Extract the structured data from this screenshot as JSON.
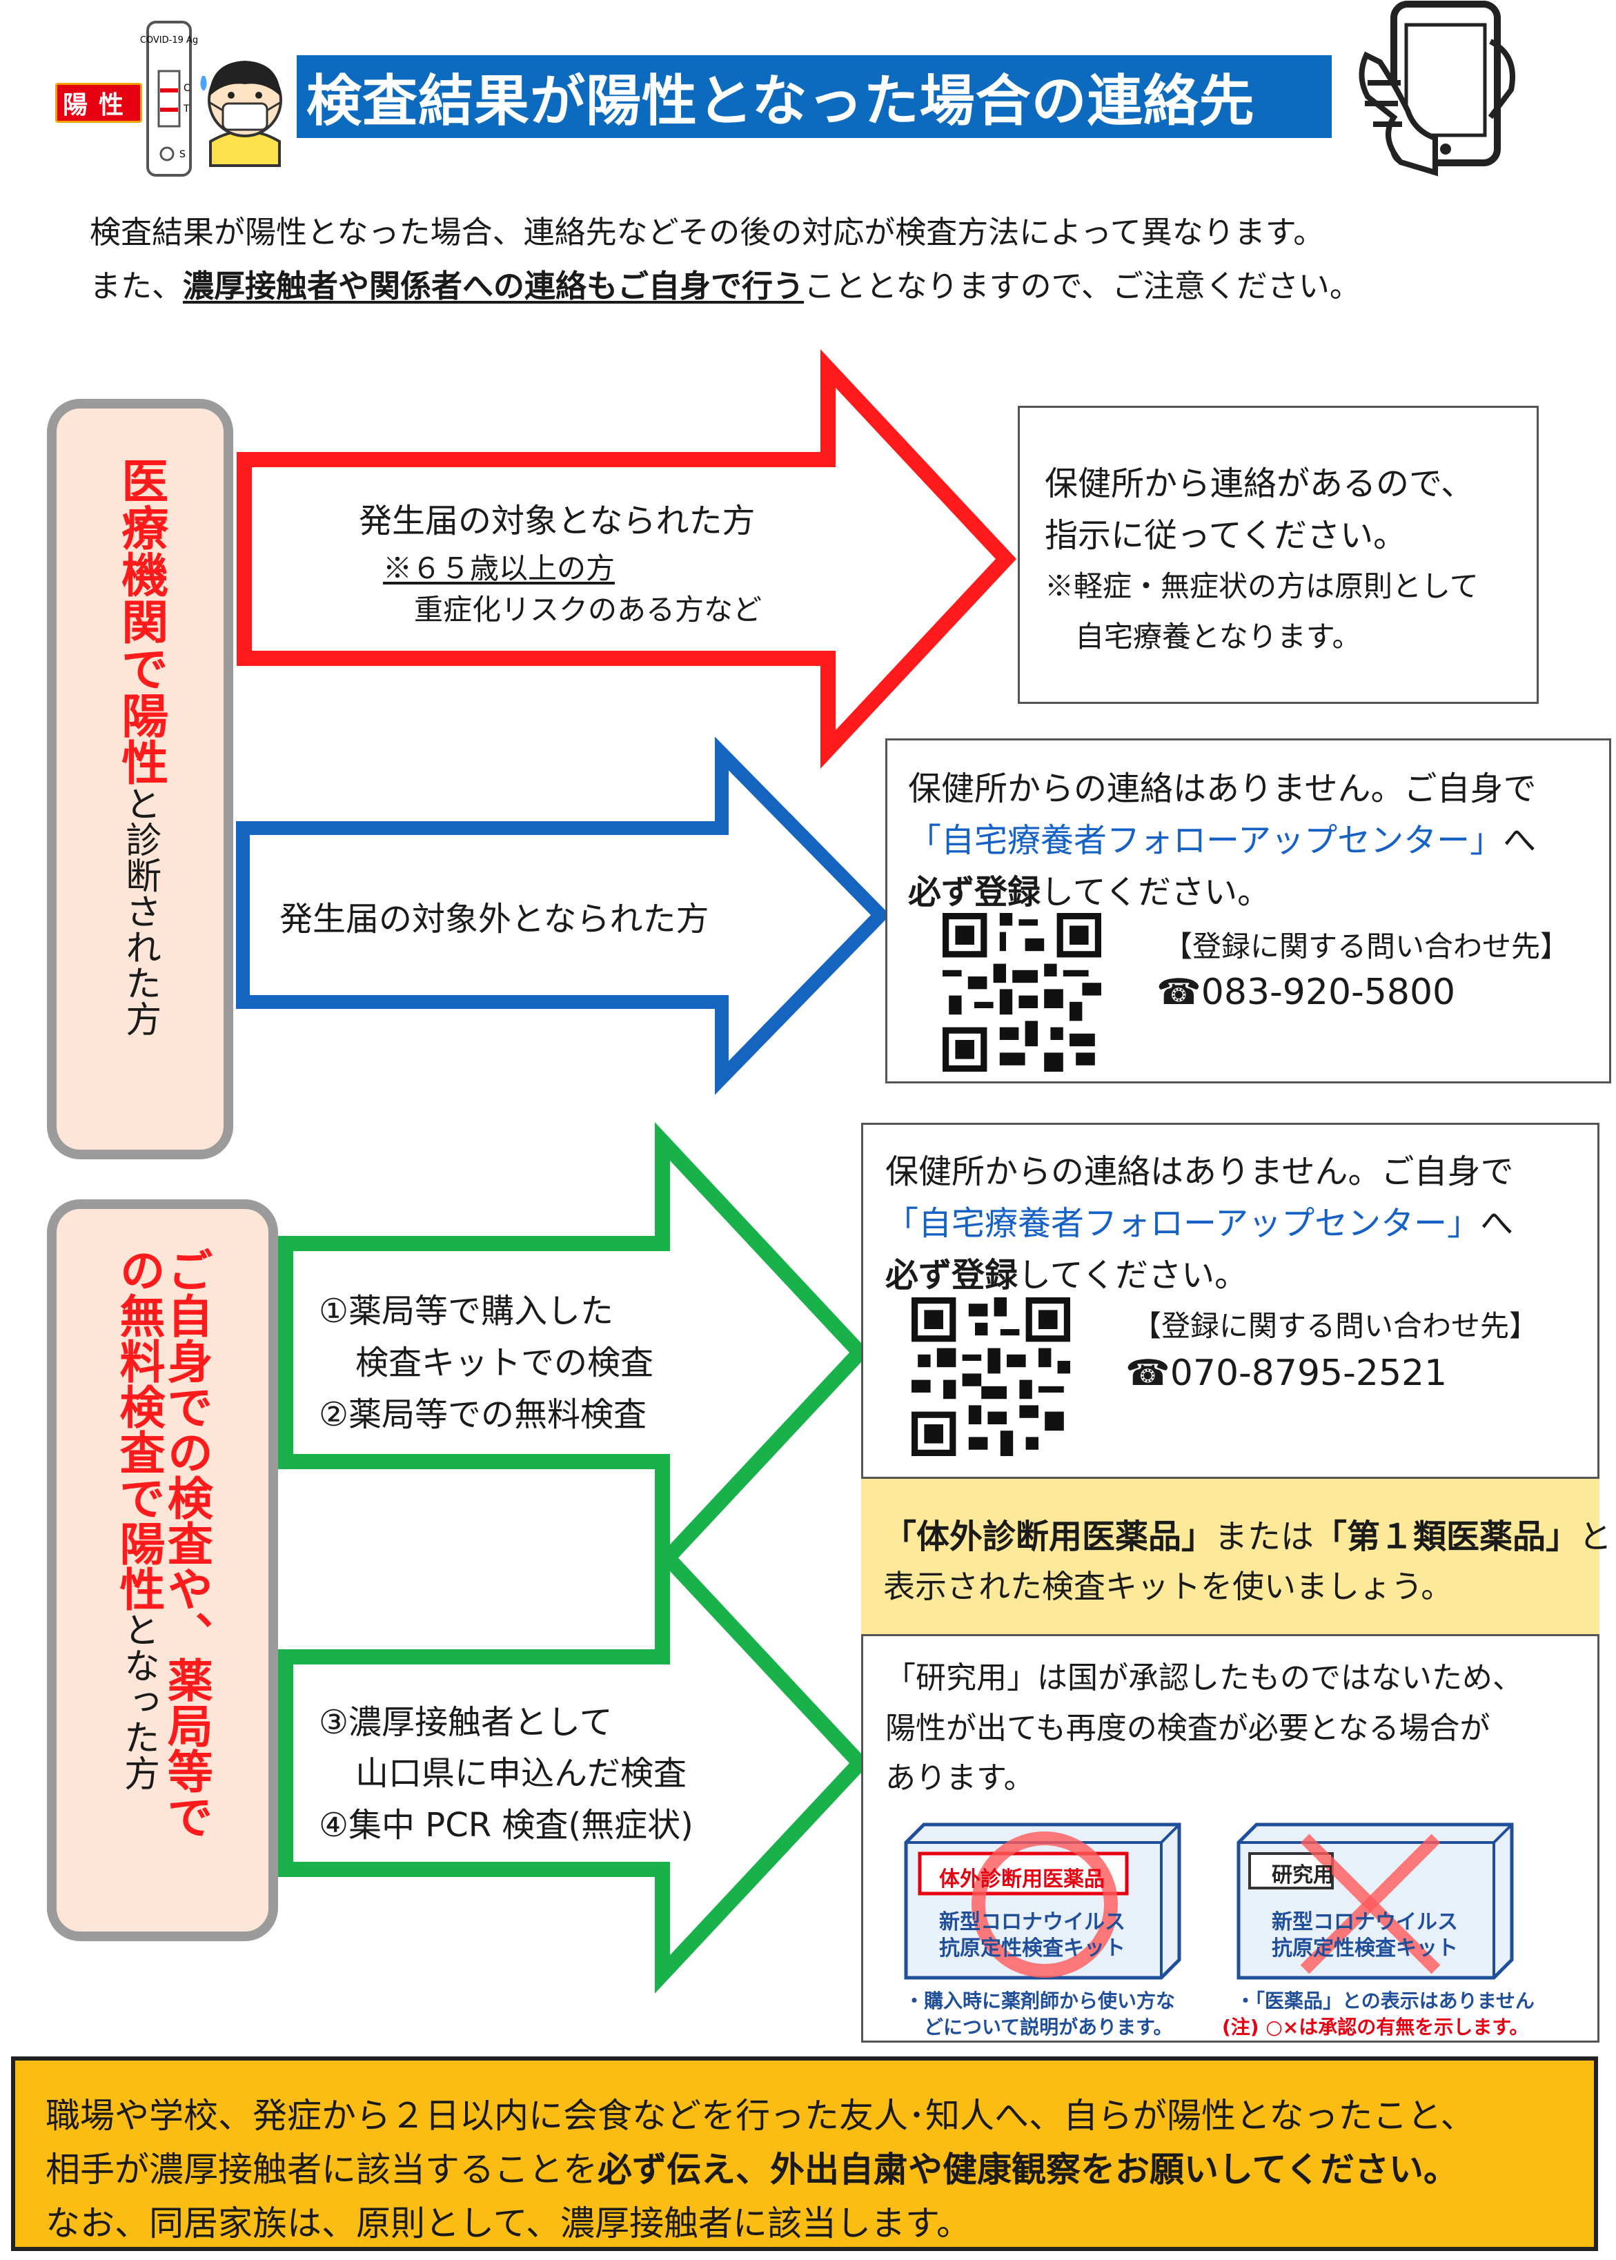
{
  "header": {
    "badge_text": "陽性",
    "title": "検査結果が陽性となった場合の連絡先",
    "test_kit_label": "COVID-19 Ag",
    "test_kit_marks": [
      "C",
      "T",
      "S"
    ]
  },
  "intro": {
    "line1": "検査結果が陽性となった場合、連絡先などその後の対応が検査方法によって異なります。",
    "line2_prefix": "また、",
    "line2_emphasis": "濃厚接触者や関係者への連絡もご自身で行う",
    "line2_suffix": "こととなりますので、ご注意ください。"
  },
  "section_medical": {
    "label_main": "医療機関で陽性",
    "label_sub": "と診断された方",
    "arrow_red": {
      "line1": "発生届の対象となられた方",
      "line2": "※６５歳以上の方",
      "line3": "重症化リスクのある方など"
    },
    "box_red": {
      "line1": "保健所から連絡があるので、",
      "line2": "指示に従ってください。",
      "line3": "※軽症・無症状の方は原則として",
      "line4": "自宅療養となります。"
    },
    "arrow_blue": {
      "line1": "発生届の対象外となられた方"
    },
    "box_blue": {
      "line1": "保健所からの連絡はありません。ご自身で",
      "line2_blue": "「自宅療養者フォローアップセンター」",
      "line2_suffix": "へ",
      "line3_bold": "必ず登録",
      "line3_suffix": "してください。",
      "contact_label": "【登録に関する問い合わせ先】",
      "phone": "☎083-920-5800"
    }
  },
  "section_self": {
    "label_main": "ご自身での検査や、薬局等での無料検査で陽性",
    "label_col1": "ご自身での検査や、薬局等で",
    "label_col2_red": "の無料検査で陽性",
    "label_col2_black": "となった方",
    "arrow_green1": {
      "line1": "①薬局等で購入した",
      "line2": "検査キットでの検査",
      "line3": "②薬局等での無料検査"
    },
    "arrow_green2": {
      "line1": "③濃厚接触者として",
      "line2": "山口県に申込んだ検査",
      "line3": "④集中 PCR 検査(無症状)"
    },
    "box_green": {
      "line1": "保健所からの連絡はありません。ご自身で",
      "line2_blue": "「自宅療養者フォローアップセンター」",
      "line2_suffix": "へ",
      "line3_bold": "必ず登録",
      "line3_suffix": "してください。",
      "contact_label": "【登録に関する問い合わせ先】",
      "phone": "☎070-8795-2521"
    },
    "kit_note": {
      "part1": "「体外診断用医薬品」",
      "part2": "または",
      "part3": "「第１類医薬品」",
      "part4": "と",
      "line2": "表示された検査キットを使いましょう。"
    },
    "research_note": {
      "line1": "「研究用」は国が承認したものではないため、",
      "line2": "陽性が出ても再度の検査が必要となる場合が",
      "line3": "あります。"
    },
    "product_ok": {
      "tag": "体外診断用医薬品",
      "name1": "新型コロナウイルス",
      "name2": "抗原定性検査キット",
      "note1": "・購入時に薬剤師から使い方な",
      "note2": "どについて説明があります。"
    },
    "product_ng": {
      "tag": "研究用",
      "name1": "新型コロナウイルス",
      "name2": "抗原定性検査キット",
      "note1": "・「医薬品」との表示はありません",
      "note2": "(注) ○×は承認の有無を示します。"
    }
  },
  "footer": {
    "line1": "職場や学校、発症から２日以内に会食などを行った友人･知人へ、自らが陽性となったこと、",
    "line2_prefix": "相手が濃厚接触者に該当することを",
    "line2_bold": "必ず伝え、外出自粛や健康観察をお願いしてください。",
    "line3": "なお、同居家族は、原則として、濃厚接触者に該当します。"
  },
  "colors": {
    "title_bg": "#0d6bbf",
    "arrow_red": "#ff1b1b",
    "arrow_blue": "#1565c0",
    "arrow_green": "#19b24a",
    "label_bg": "#fde6d8",
    "kit_band": "#fde99a",
    "footer_bg": "#fbbc14"
  }
}
